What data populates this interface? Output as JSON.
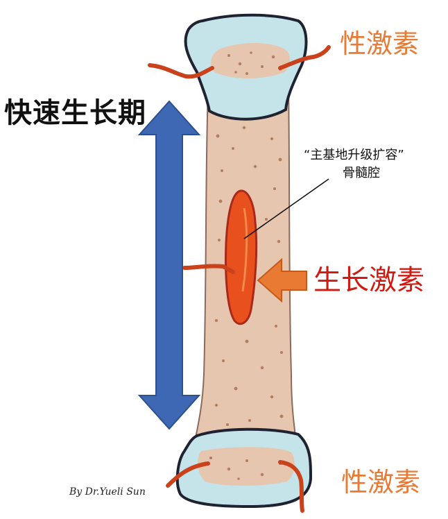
{
  "labels": {
    "sex_hormone_top": "性激素",
    "sex_hormone_bottom": "性激素",
    "rapid_growth_period": "快速生长期",
    "marrow_cavity_line1": "“主基地升级扩容”",
    "marrow_cavity_line2": "骨髓腔",
    "growth_hormone": "生长激素",
    "credit": "By Dr.Yueli Sun"
  },
  "colors": {
    "bone_shaft": "#e6c6ae",
    "cartilage": "#c4e4ea",
    "outline": "#1f2230",
    "marrow": "#e8501e",
    "vessel": "#c9421c",
    "blue_arrow": "#3f68b4",
    "orange_arrow": "#e97a34",
    "speckle": "#b27e5e"
  }
}
